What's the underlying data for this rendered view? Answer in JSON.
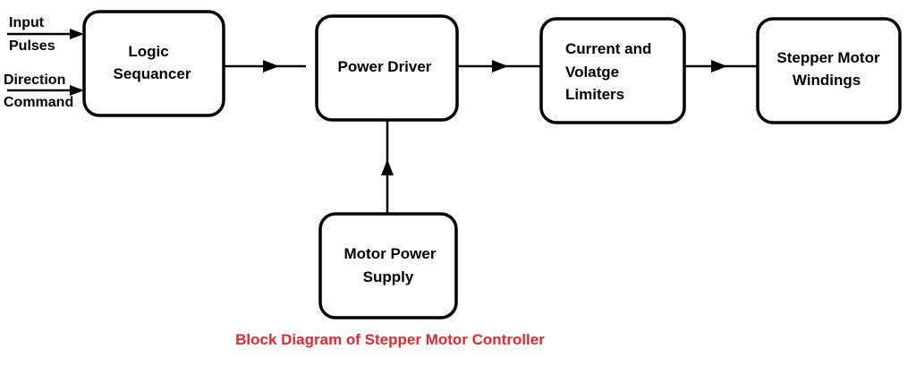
{
  "diagram": {
    "inputs": {
      "input_pulses_line1": "Input",
      "input_pulses_line2": "Pulses",
      "direction_line1": "Direction",
      "direction_line2": "Command"
    },
    "blocks": {
      "logic_sequencer": {
        "line1": "Logic",
        "line2": "Sequancer"
      },
      "power_driver": {
        "line1": "Power Driver"
      },
      "current_voltage_limiters": {
        "line1": "Current and",
        "line2": "Volatge",
        "line3": "Limiters"
      },
      "stepper_motor_windings": {
        "line1": "Stepper Motor",
        "line2": "Windings"
      },
      "motor_power_supply": {
        "line1": "Motor Power",
        "line2": "Supply"
      }
    },
    "caption": "Block Diagram of Stepper Motor Controller",
    "colors": {
      "caption": "#e8262c",
      "stroke": "#000000",
      "background": "#ffffff"
    }
  }
}
